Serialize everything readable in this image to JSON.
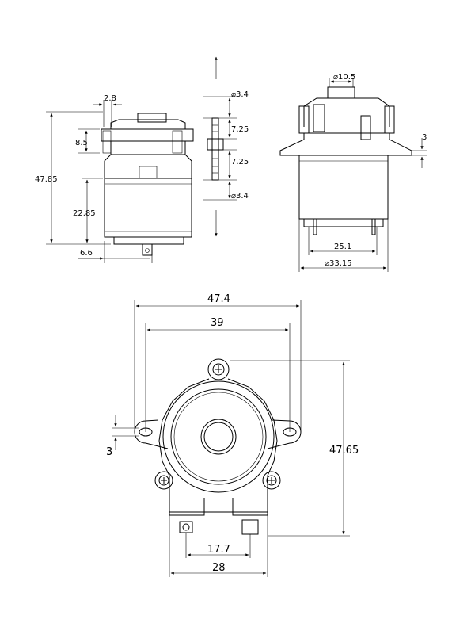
{
  "side_view": {
    "d_2_8": "2.8",
    "d_8_5": "8.5",
    "d_47_85": "47.85",
    "d_22_85": "22.85",
    "d_6_6": "6.6",
    "d_dia3_4_top": "⌀3.4",
    "d_7_25_a": "7.25",
    "d_7_25_b": "7.25",
    "d_dia3_4_bottom": "⌀3.4"
  },
  "front_view": {
    "d_dia10_5": "⌀10.5",
    "d_3": "3",
    "d_25_1": "25.1",
    "d_dia33_15": "⌀33.15"
  },
  "bottom_view": {
    "d_47_4": "47.4",
    "d_39": "39",
    "d_3": "3",
    "d_47_65": "47.65",
    "d_17_7": "17.7",
    "d_28": "28"
  }
}
